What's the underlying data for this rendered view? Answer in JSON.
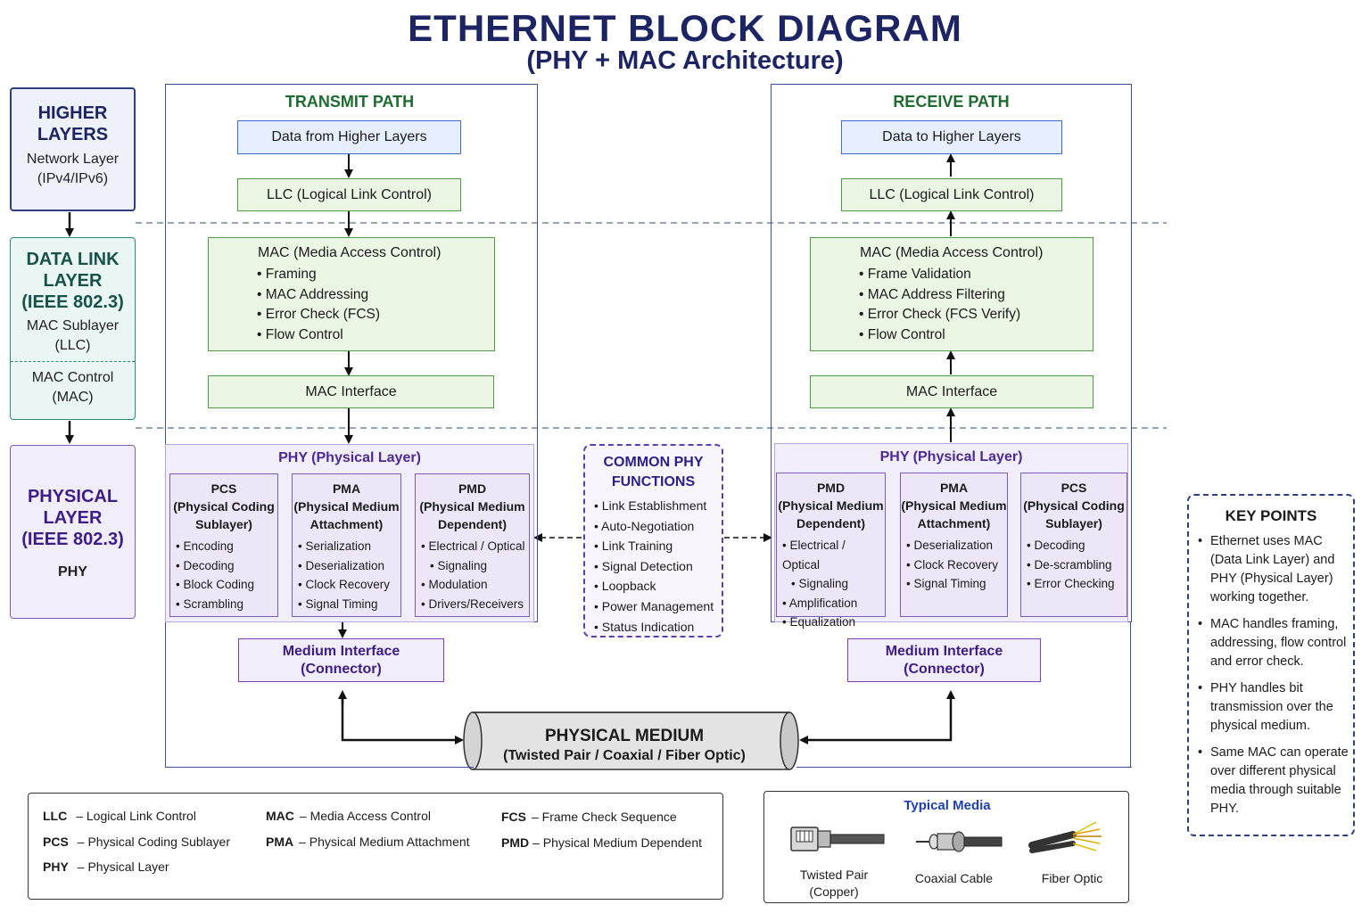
{
  "title": "ETHERNET BLOCK DIAGRAM",
  "subtitle": "(PHY + MAC Architecture)",
  "layers": {
    "higher": {
      "heading_1": "HIGHER",
      "heading_2": "LAYERS",
      "sub_1": "Network Layer",
      "sub_2": "(IPv4/IPv6)"
    },
    "datalink": {
      "heading_1": "DATA LINK",
      "heading_2": "LAYER",
      "heading_3": "(IEEE 802.3)",
      "sub_1": "MAC Sublayer",
      "sub_2": "(LLC)",
      "sub_3": "MAC Control",
      "sub_4": "(MAC)"
    },
    "physical": {
      "heading_1": "PHYSICAL",
      "heading_2": "LAYER",
      "heading_3": "(IEEE 802.3)",
      "sub_1": "PHY"
    }
  },
  "transmit": {
    "title": "TRANSMIT PATH",
    "data_box": "Data from Higher Layers",
    "llc_box": "LLC (Logical Link Control)",
    "mac_title": "MAC (Media Access Control)",
    "mac_items": [
      "Framing",
      "MAC Addressing",
      "Error Check (FCS)",
      "Flow Control"
    ],
    "mac_interface": "MAC Interface",
    "phy_title": "PHY (Physical Layer)",
    "sublayers": [
      {
        "h1": "PCS",
        "h2": "(Physical Coding",
        "h3": "Sublayer)",
        "items": [
          "Encoding",
          "Decoding",
          "Block Coding",
          "Scrambling"
        ]
      },
      {
        "h1": "PMA",
        "h2": "(Physical Medium",
        "h3": "Attachment)",
        "items": [
          "Serialization",
          "Deserialization",
          "Clock Recovery",
          "Signal Timing"
        ]
      },
      {
        "h1": "PMD",
        "h2": "(Physical Medium",
        "h3": "Dependent)",
        "items": [
          "Electrical / Optical",
          "Signaling",
          "Modulation",
          "Drivers/Receivers"
        ]
      }
    ],
    "medium_interface_1": "Medium Interface",
    "medium_interface_2": "(Connector)"
  },
  "receive": {
    "title": "RECEIVE PATH",
    "data_box": "Data to Higher Layers",
    "llc_box": "LLC (Logical Link Control)",
    "mac_title": "MAC (Media Access Control)",
    "mac_items": [
      "Frame Validation",
      "MAC Address Filtering",
      "Error Check (FCS Verify)",
      "Flow Control"
    ],
    "mac_interface": "MAC Interface",
    "phy_title": "PHY (Physical Layer)",
    "sublayers": [
      {
        "h1": "PMD",
        "h2": "(Physical Medium",
        "h3": "Dependent)",
        "items": [
          "Electrical / Optical",
          "Signaling",
          "Amplification",
          "Equalization"
        ]
      },
      {
        "h1": "PMA",
        "h2": "(Physical Medium",
        "h3": "Attachment)",
        "items": [
          "Deserialization",
          "Clock Recovery",
          "Signal Timing"
        ]
      },
      {
        "h1": "PCS",
        "h2": "(Physical Coding",
        "h3": "Sublayer)",
        "items": [
          "Decoding",
          "De-scrambling",
          "Error Checking"
        ]
      }
    ],
    "medium_interface_1": "Medium Interface",
    "medium_interface_2": "(Connector)"
  },
  "common_phy": {
    "title_1": "COMMON PHY",
    "title_2": "FUNCTIONS",
    "items": [
      "Link Establishment",
      "Auto-Negotiation",
      "Link Training",
      "Signal Detection",
      "Loopback",
      "Power Management",
      "Status Indication"
    ]
  },
  "physical_medium": {
    "title": "PHYSICAL MEDIUM",
    "subtitle": "(Twisted Pair / Coaxial / Fiber Optic)"
  },
  "key_points": {
    "title": "KEY POINTS",
    "points": [
      [
        "Ethernet uses MAC",
        "(Data Link Layer) and",
        "PHY (Physical Layer)",
        "working together."
      ],
      [
        "MAC handles framing,",
        "addressing, flow control",
        "and error check."
      ],
      [
        "PHY handles bit",
        "transmission over the",
        "physical medium."
      ],
      [
        "Same MAC can operate",
        "over different physical",
        "media through suitable",
        "PHY."
      ]
    ]
  },
  "legend": [
    {
      "abbr": "LLC",
      "text": "– Logical Link Control"
    },
    {
      "abbr": "PCS",
      "text": "– Physical Coding Sublayer"
    },
    {
      "abbr": "PHY",
      "text": "– Physical Layer"
    },
    {
      "abbr": "MAC",
      "text": "– Media Access Control"
    },
    {
      "abbr": "PMA",
      "text": "– Physical Medium Attachment"
    },
    {
      "abbr": "FCS",
      "text": "– Frame Check Sequence"
    },
    {
      "abbr": "PMD",
      "text": "– Physical Medium Dependent"
    }
  ],
  "typical_media": {
    "title": "Typical Media",
    "twisted_1": "Twisted Pair",
    "twisted_2": "(Copper)",
    "coax": "Coaxial Cable",
    "fiber": "Fiber Optic"
  },
  "colors": {
    "navy": "#1c2464",
    "green": "#1e6b31",
    "purple": "#4b2a94"
  }
}
